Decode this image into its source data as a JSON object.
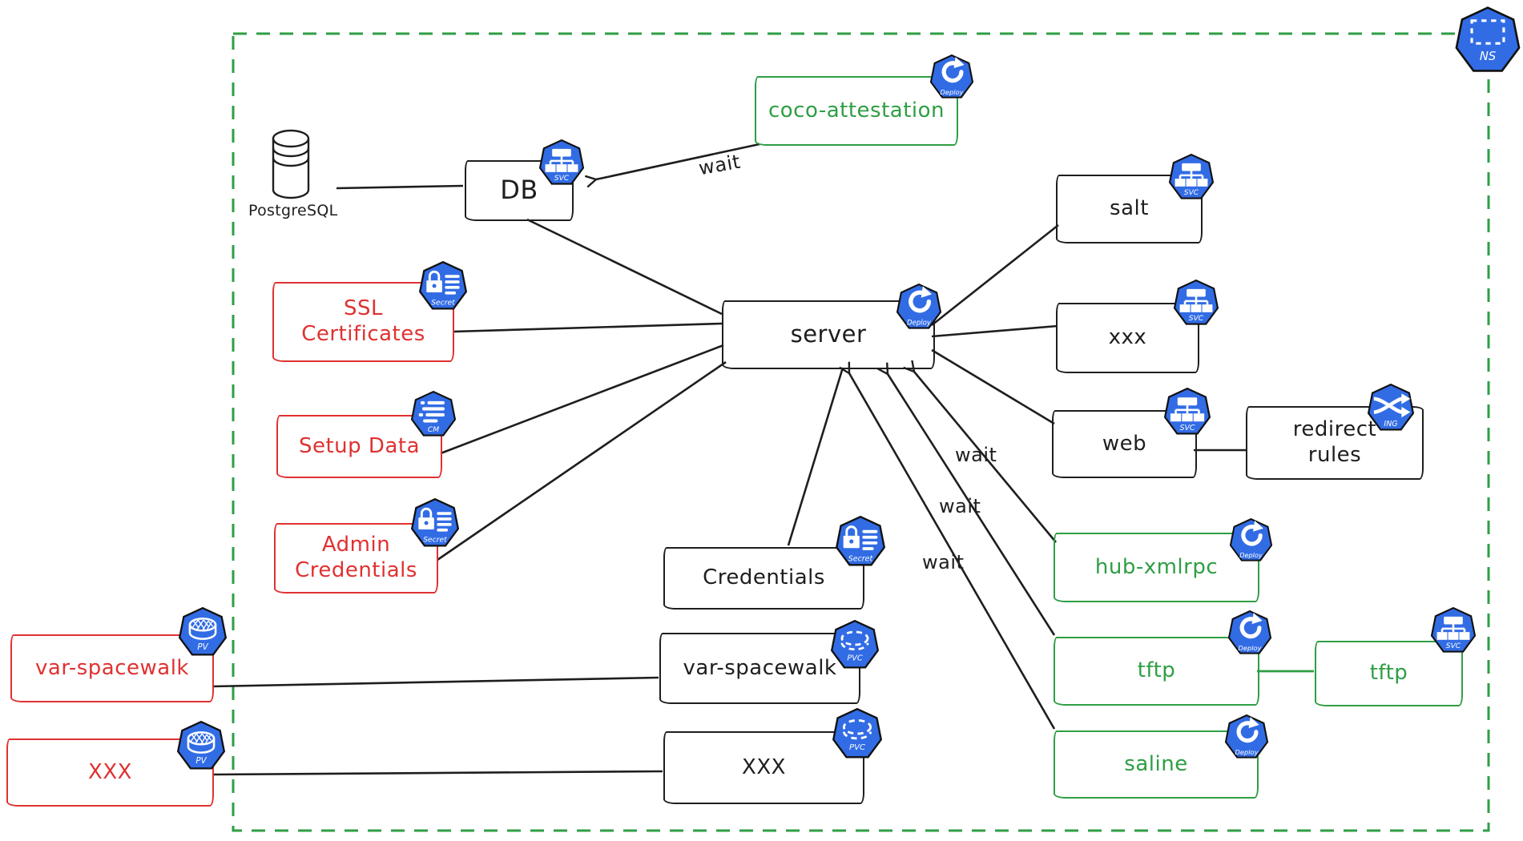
{
  "diagram": {
    "title_note": "Kubernetes deployment diagram",
    "colors": {
      "kubernetes_blue": "#326ce5",
      "stroke_black": "#1e1e1e",
      "external_red": "#e03131",
      "namespace_green": "#2f9e44"
    },
    "namespace": {
      "label": "NS"
    },
    "icon_labels": {
      "svc": "SVC",
      "deploy": "Deploy",
      "secret": "Secret",
      "cm": "CM",
      "pv": "PV",
      "pvc": "PVC",
      "ing": "ING",
      "ns": "NS"
    },
    "nodes": {
      "postgresql": {
        "label": "PostgreSQL"
      },
      "db": {
        "label": "DB",
        "icon": "svc"
      },
      "coco_attestation": {
        "label": "coco-attestation",
        "icon": "deploy"
      },
      "server": {
        "label": "server",
        "icon": "deploy"
      },
      "ssl_certificates": {
        "label": "SSL Certificates",
        "lines": [
          "SSL",
          "Certificates"
        ],
        "icon": "secret"
      },
      "setup_data": {
        "label": "Setup Data",
        "icon": "cm"
      },
      "admin_credentials": {
        "label": "Admin Credentials",
        "lines": [
          "Admin",
          "Credentials"
        ],
        "icon": "secret"
      },
      "credentials": {
        "label": "Credentials",
        "icon": "secret"
      },
      "var_spacewalk_pvc": {
        "label": "var-spacewalk",
        "icon": "pvc"
      },
      "xxx_pvc": {
        "label": "XXX",
        "icon": "pvc"
      },
      "var_spacewalk_pv": {
        "label": "var-spacewalk",
        "icon": "pv"
      },
      "xxx_pv": {
        "label": "XXX",
        "icon": "pv"
      },
      "salt": {
        "label": "salt",
        "icon": "svc"
      },
      "xxx_svc": {
        "label": "xxx",
        "icon": "svc"
      },
      "web": {
        "label": "web",
        "icon": "svc"
      },
      "redirect_rules": {
        "label": "redirect rules",
        "lines": [
          "redirect",
          "rules"
        ],
        "icon": "ing"
      },
      "hub_xmlrpc": {
        "label": "hub-xmlrpc",
        "icon": "deploy"
      },
      "tftp_deploy": {
        "label": "tftp",
        "icon": "deploy"
      },
      "tftp_svc": {
        "label": "tftp",
        "icon": "svc"
      },
      "saline": {
        "label": "saline",
        "icon": "deploy"
      }
    },
    "labels": {
      "wait": "wait"
    },
    "edges": [
      {
        "from": "PostgreSQL",
        "to": "DB"
      },
      {
        "from": "coco-attestation",
        "to": "DB",
        "label": "wait"
      },
      {
        "from": "server",
        "to": "DB"
      },
      {
        "from": "SSL Certificates",
        "to": "server"
      },
      {
        "from": "Setup Data",
        "to": "server"
      },
      {
        "from": "Admin Credentials",
        "to": "server"
      },
      {
        "from": "server",
        "to": "salt"
      },
      {
        "from": "server",
        "to": "xxx"
      },
      {
        "from": "server",
        "to": "web"
      },
      {
        "from": "web",
        "to": "redirect rules"
      },
      {
        "from": "server",
        "to": "Credentials"
      },
      {
        "from": "hub-xmlrpc",
        "to": "server",
        "label": "wait"
      },
      {
        "from": "tftp (deploy)",
        "to": "server",
        "label": "wait"
      },
      {
        "from": "saline",
        "to": "server",
        "label": "wait"
      },
      {
        "from": "tftp (deploy)",
        "to": "tftp (svc)"
      },
      {
        "from": "var-spacewalk (pv)",
        "to": "var-spacewalk (pvc)"
      },
      {
        "from": "XXX (pv)",
        "to": "XXX (pvc)"
      }
    ]
  }
}
